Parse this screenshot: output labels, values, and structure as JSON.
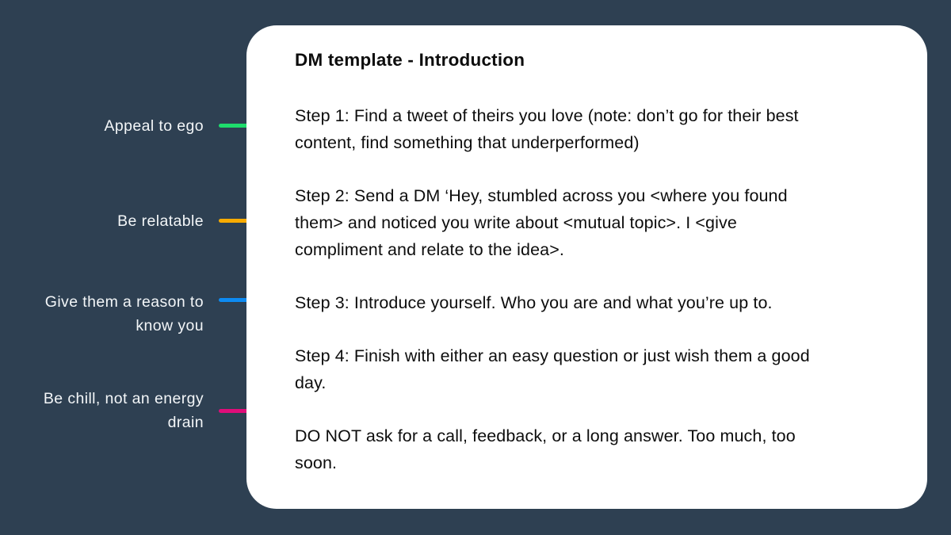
{
  "colors": {
    "background": "#2E4052",
    "card_bg": "#FFFFFF",
    "card_text": "#0D0D0D",
    "label_text": "#F3F6F8",
    "green": "#1EDC6C",
    "orange": "#F8AB00",
    "blue": "#0D8BF2",
    "pink": "#E00D7A"
  },
  "card": {
    "title": "DM template - Introduction",
    "paragraphs": [
      {
        "name": "step-1",
        "lines": [
          "Step 1: Find a tweet of theirs you love (note: don’t go for their best",
          "content, find something that underperformed)"
        ]
      },
      {
        "name": "step-2",
        "lines": [
          "Step 2: Send a DM ‘Hey, stumbled across you <where you found",
          "them> and noticed you write about <mutual topic>. I <give",
          "compliment and relate to the idea>."
        ]
      },
      {
        "name": "step-3",
        "lines": [
          "Step 3: Introduce yourself. Who you are and what you’re up to."
        ]
      },
      {
        "name": "step-4",
        "lines": [
          "Step 4: Finish with either an easy question or just wish them a good",
          "day."
        ]
      },
      {
        "name": "warning",
        "lines": [
          "DO NOT ask for a call, feedback, or a long answer. Too much, too",
          "soon."
        ]
      }
    ]
  },
  "annotations": [
    {
      "id": "appeal-to-ego",
      "color": "#1EDC6C",
      "lines": [
        "Appeal to ego"
      ]
    },
    {
      "id": "be-relatable",
      "color": "#F8AB00",
      "lines": [
        "Be relatable"
      ]
    },
    {
      "id": "give-them-a-reason",
      "color": "#0D8BF2",
      "lines": [
        "Give them a reason to",
        "know you"
      ]
    },
    {
      "id": "be-chill-not-energy-drain",
      "color": "#E00D7A",
      "lines": [
        "Be chill, not an energy",
        "drain"
      ]
    }
  ]
}
